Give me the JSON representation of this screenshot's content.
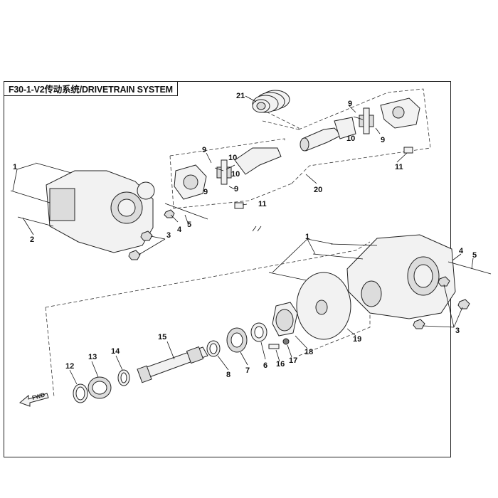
{
  "title": "F30-1-V2传动系统/DRIVETRAIN SYSTEM",
  "forward_arrow_label": "FWD",
  "callouts": [
    {
      "id": "c21",
      "label": "21"
    },
    {
      "id": "c9a",
      "label": "9"
    },
    {
      "id": "c10a",
      "label": "10"
    },
    {
      "id": "c9b",
      "label": "9"
    },
    {
      "id": "c10b",
      "label": "10"
    },
    {
      "id": "c9c",
      "label": "9"
    },
    {
      "id": "c11a",
      "label": "11"
    },
    {
      "id": "c20",
      "label": "20"
    },
    {
      "id": "c9d",
      "label": "9"
    },
    {
      "id": "c10c",
      "label": "10"
    },
    {
      "id": "c9e",
      "label": "9"
    },
    {
      "id": "c11b",
      "label": "11"
    },
    {
      "id": "c1a",
      "label": "1"
    },
    {
      "id": "c2",
      "label": "2"
    },
    {
      "id": "c4a",
      "label": "4"
    },
    {
      "id": "c3a",
      "label": "3"
    },
    {
      "id": "c5a",
      "label": "5"
    },
    {
      "id": "c1b",
      "label": "1"
    },
    {
      "id": "c4b",
      "label": "4"
    },
    {
      "id": "c5b",
      "label": "5"
    },
    {
      "id": "c3b",
      "label": "3"
    },
    {
      "id": "c19",
      "label": "19"
    },
    {
      "id": "c18",
      "label": "18"
    },
    {
      "id": "c17",
      "label": "17"
    },
    {
      "id": "c16",
      "label": "16"
    },
    {
      "id": "c6",
      "label": "6"
    },
    {
      "id": "c7",
      "label": "7"
    },
    {
      "id": "c8",
      "label": "8"
    },
    {
      "id": "c15",
      "label": "15"
    },
    {
      "id": "c14",
      "label": "14"
    },
    {
      "id": "c13",
      "label": "13"
    },
    {
      "id": "c12",
      "label": "12"
    }
  ]
}
